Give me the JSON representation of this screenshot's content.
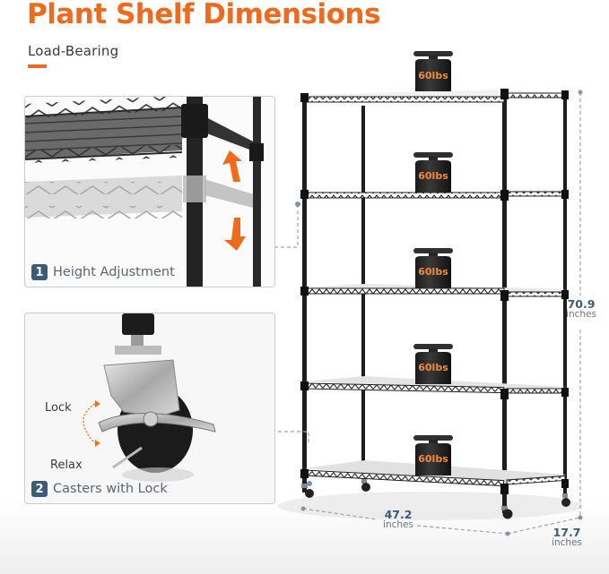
{
  "header": {
    "title": "Plant Shelf Dimensions",
    "subtitle": "Load-Bearing"
  },
  "colors": {
    "accent_orange": "#ee6a1f",
    "badge_blue": "#3d5a78",
    "frame_black": "#1e1e1e",
    "dimension_gray": "#9aa3ad"
  },
  "features": [
    {
      "number": "1",
      "label": "Height Adjustment",
      "icon": "up-down-arrows-icon"
    },
    {
      "number": "2",
      "label": "Casters with Lock",
      "icon": "caster-wheel-icon",
      "states": {
        "lock": "Lock",
        "relax": "Relax"
      }
    }
  ],
  "shelf": {
    "tiers": 5,
    "weights": [
      "60lbs",
      "60lbs",
      "60lbs",
      "60lbs",
      "60lbs"
    ]
  },
  "dimensions": {
    "height": {
      "value": "70.9",
      "unit": "inches"
    },
    "width": {
      "value": "47.2",
      "unit": "inches"
    },
    "depth": {
      "value": "17.7",
      "unit": "inches"
    }
  }
}
